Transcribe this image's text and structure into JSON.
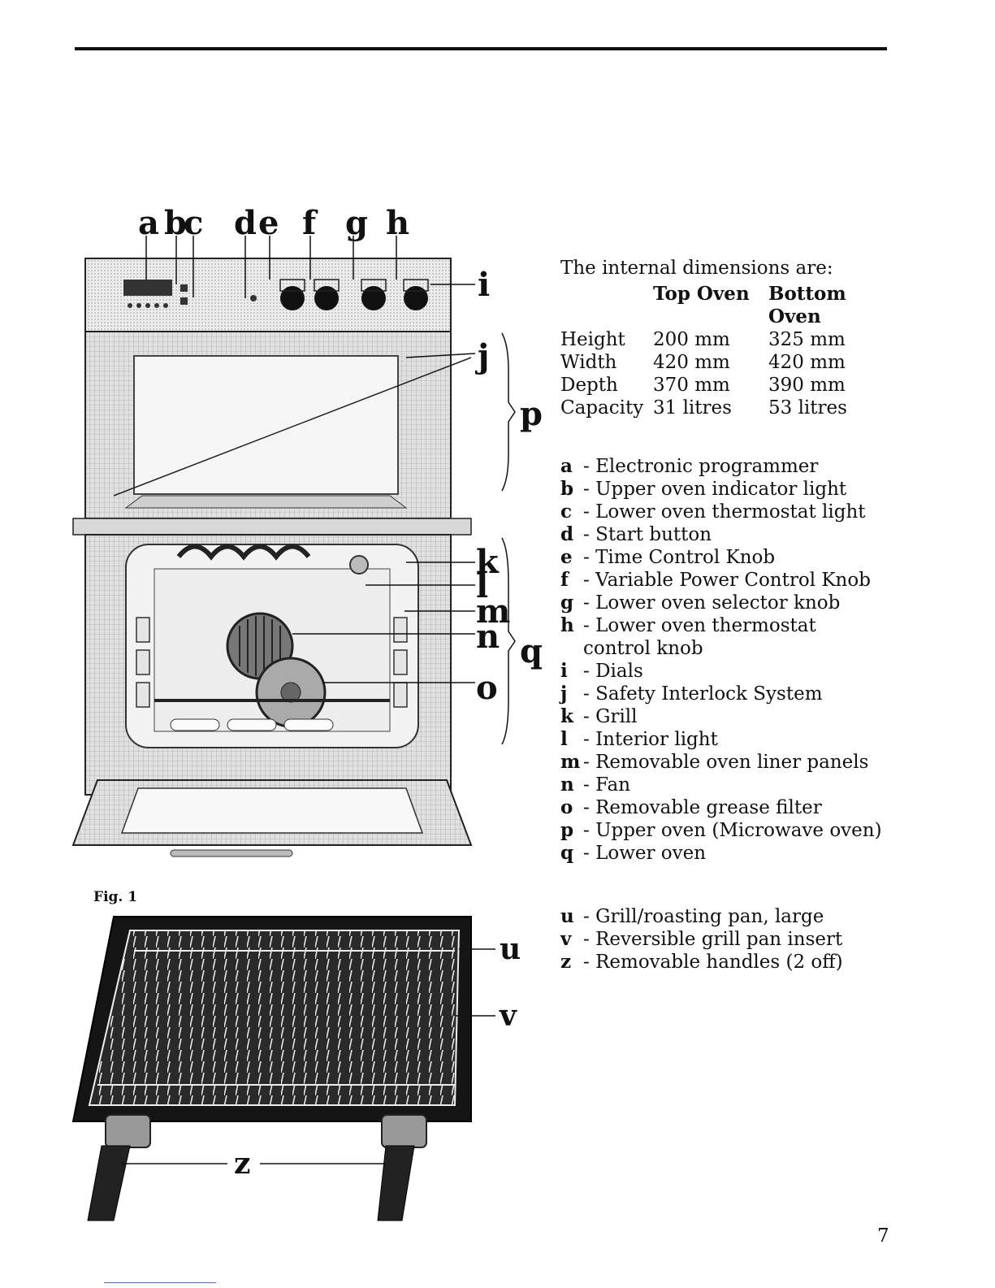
{
  "figure_labels": {
    "top": [
      "a",
      "b",
      "c",
      "d",
      "e",
      "f",
      "g",
      "h"
    ],
    "right": [
      "i",
      "j",
      "p",
      "k",
      "l",
      "m",
      "n",
      "q",
      "o"
    ],
    "pan": [
      "u",
      "v",
      "z"
    ]
  },
  "figure_caption": "Fig. 1",
  "dimensions": {
    "intro": "The internal dimensions are:",
    "headers": [
      "",
      "Top Oven",
      "Bottom Oven"
    ],
    "rows": [
      [
        "Height",
        "200 mm",
        "325 mm"
      ],
      [
        "Width",
        "420 mm",
        "420 mm"
      ],
      [
        "Depth",
        "370 mm",
        "390 mm"
      ],
      [
        "Capacity",
        "31  litres",
        "53  litres"
      ]
    ]
  },
  "legend": [
    {
      "key": "a",
      "text": "- Electronic programmer"
    },
    {
      "key": "b",
      "text": "- Upper oven indicator light"
    },
    {
      "key": "c",
      "text": "- Lower oven thermostat light"
    },
    {
      "key": "d",
      "text": "- Start button"
    },
    {
      "key": "e",
      "text": "- Time Control Knob"
    },
    {
      "key": "f",
      "text": "- Variable Power Control Knob"
    },
    {
      "key": "g",
      "text": "- Lower oven selector knob"
    },
    {
      "key": "h",
      "text": "- Lower oven thermostat control knob"
    },
    {
      "key": "i",
      "text": "- Dials"
    },
    {
      "key": "j",
      "text": "- Safety Interlock System"
    },
    {
      "key": "k",
      "text": "- Grill"
    },
    {
      "key": "l",
      "text": "- Interior light"
    },
    {
      "key": "m",
      "text": "- Removable oven liner panels"
    },
    {
      "key": "n",
      "text": "- Fan"
    },
    {
      "key": "o",
      "text": "- Removable grease filter"
    },
    {
      "key": "p",
      "text": "- Upper oven (Microwave oven)"
    },
    {
      "key": "q",
      "text": "- Lower oven"
    }
  ],
  "legend2": [
    {
      "key": "u",
      "text": "- Grill/roasting pan, large"
    },
    {
      "key": "v",
      "text": "- Reversible grill pan insert"
    },
    {
      "key": "z",
      "text": "- Removable handles (2 off)"
    }
  ],
  "page_number": "7"
}
